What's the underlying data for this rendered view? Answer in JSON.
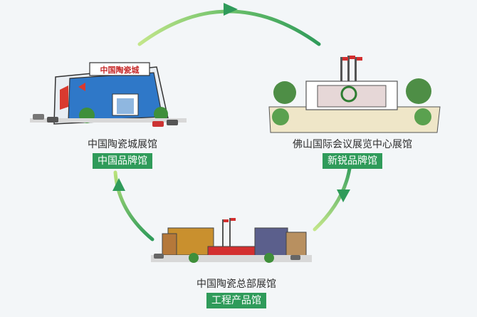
{
  "venues": [
    {
      "name": "中国陶瓷城展馆",
      "tag": "中国品牌馆",
      "sign": "中国陶瓷城"
    },
    {
      "name": "佛山国际会议展览中心展馆",
      "tag": "新锐品牌馆"
    },
    {
      "name": "中国陶瓷总部展馆",
      "tag": "工程产品馆"
    }
  ],
  "colors": {
    "background": "#f3f6f8",
    "tag_green": "#2f9b5a",
    "arrow_light": "#b8e27a",
    "arrow_dark": "#2f9b5a"
  },
  "icons": [
    "arrow-right-icon",
    "arrow-down-icon",
    "arrow-up-icon"
  ]
}
